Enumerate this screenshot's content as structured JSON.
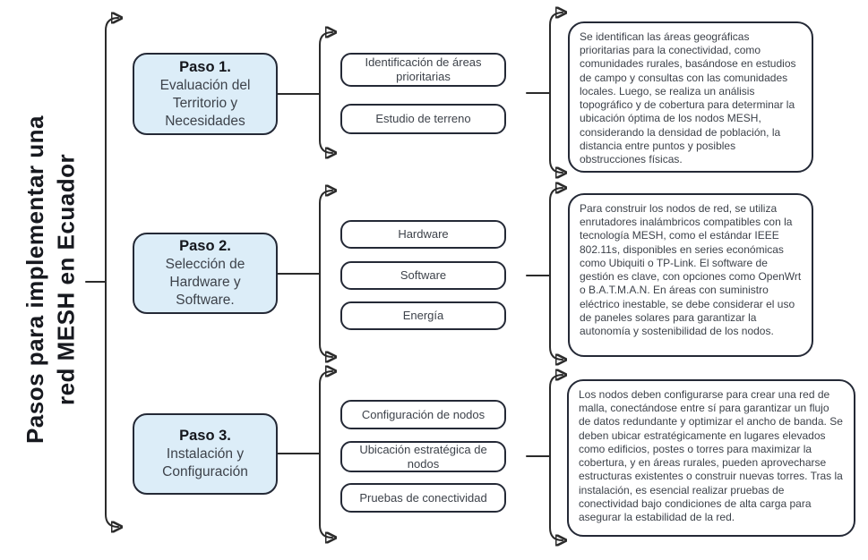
{
  "diagram_title": {
    "line1": "Pasos para implementar una",
    "line2": "red MESH en Ecuador"
  },
  "steps": [
    {
      "label": "Paso 1.",
      "name": "Evaluación del Territorio y Necesidades",
      "items": [
        "Identificación de áreas prioritarias",
        "Estudio de terreno"
      ],
      "description": "Se identifican las áreas geográficas prioritarias para la conectividad, como comunidades rurales, basándose en estudios de campo y consultas con las comunidades locales. Luego, se realiza un análisis topográfico y de cobertura para determinar la ubicación óptima de los nodos MESH, considerando la densidad de población, la distancia entre puntos y posibles obstrucciones físicas."
    },
    {
      "label": "Paso 2.",
      "name": "Selección de Hardware y Software.",
      "items": [
        "Hardware",
        "Software",
        "Energía"
      ],
      "description": "Para construir los nodos de red, se utiliza enrutadores inalámbricos compatibles con la tecnología MESH, como el estándar IEEE 802.11s, disponibles en series económicas como Ubiquiti o TP-Link. El software de gestión es clave, con opciones como OpenWrt o B.A.T.M.A.N. En áreas con suministro eléctrico inestable, se debe considerar el uso de paneles solares para garantizar la autonomía y sostenibilidad de los nodos."
    },
    {
      "label": "Paso 3.",
      "name": "Instalación y Configuración",
      "items": [
        "Configuración de nodos",
        "Ubicación estratégica de nodos",
        "Pruebas de conectividad"
      ],
      "description": "Los nodos deben configurarse para crear una red de malla, conectándose entre sí para garantizar un flujo de datos redundante y optimizar el ancho de banda. Se deben ubicar estratégicamente en lugares elevados como edificios, postes o torres para maximizar la cobertura, y en áreas rurales, pueden aprovecharse estructuras existentes o construir nuevas torres. Tras la instalación, es esencial realizar pruebas de conectividad bajo condiciones de alta carga para asegurar la estabilidad de la red."
    }
  ],
  "colors": {
    "step_box_fill": "#dcedf8",
    "box_border": "#242936",
    "connector": "#2b2b2b",
    "background": "#ffffff"
  }
}
